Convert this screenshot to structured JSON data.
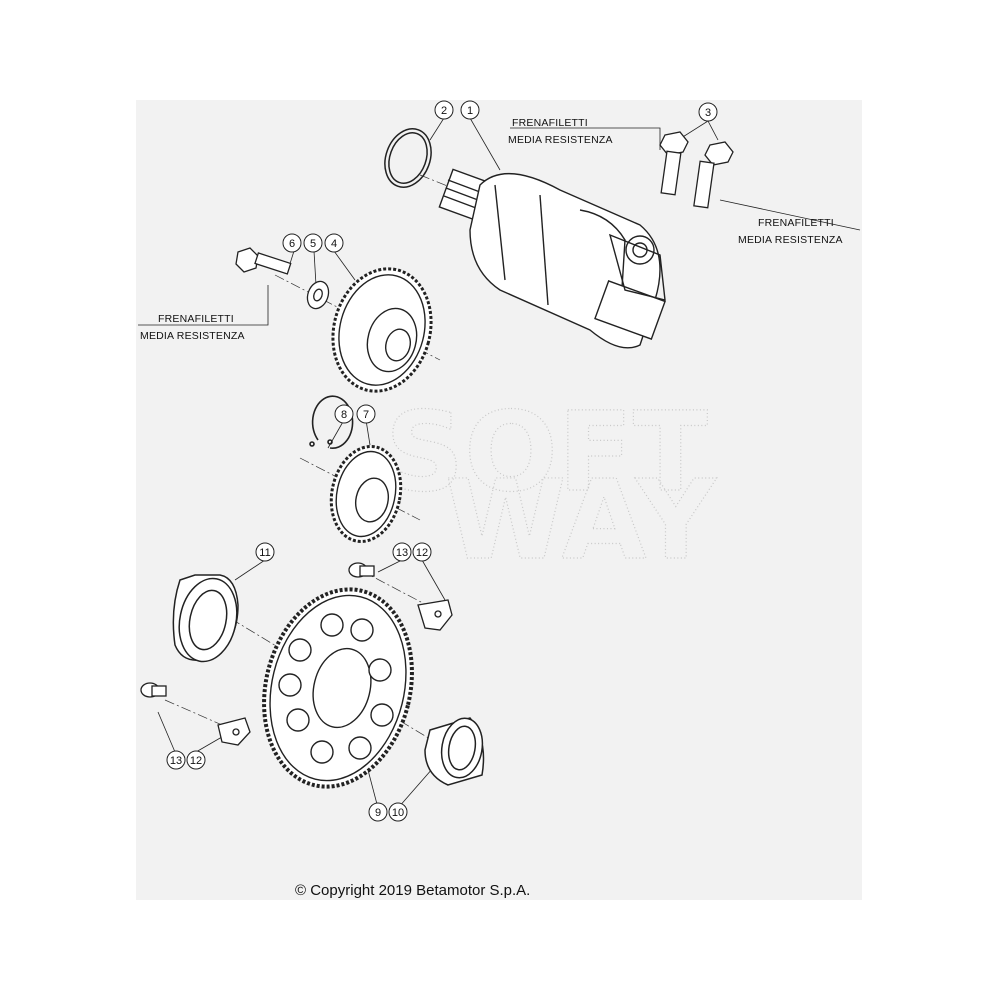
{
  "diagram": {
    "callouts": [
      {
        "id": "c1",
        "label": "1"
      },
      {
        "id": "c2",
        "label": "2"
      },
      {
        "id": "c3",
        "label": "3"
      },
      {
        "id": "c4",
        "label": "4"
      },
      {
        "id": "c5",
        "label": "5"
      },
      {
        "id": "c6",
        "label": "6"
      },
      {
        "id": "c7",
        "label": "7"
      },
      {
        "id": "c8",
        "label": "8"
      },
      {
        "id": "c9",
        "label": "9"
      },
      {
        "id": "c10",
        "label": "10"
      },
      {
        "id": "c11",
        "label": "11"
      },
      {
        "id": "c12a",
        "label": "12"
      },
      {
        "id": "c13a",
        "label": "13"
      },
      {
        "id": "c12b",
        "label": "12"
      },
      {
        "id": "c13b",
        "label": "13"
      }
    ],
    "notes": {
      "note1": {
        "line1": "FRENAFILETTI",
        "line2": "MEDIA RESISTENZA"
      },
      "note2": {
        "line1": "FRENAFILETTI",
        "line2": "MEDIA RESISTENZA"
      },
      "note3": {
        "line1": "FRENAFILETTI",
        "line2": "MEDIA RESISTENZA"
      }
    },
    "watermark": {
      "line1": "SOFT",
      "line2": "WAY"
    },
    "copyright": "© Copyright 2019 Betamotor S.p.A."
  }
}
